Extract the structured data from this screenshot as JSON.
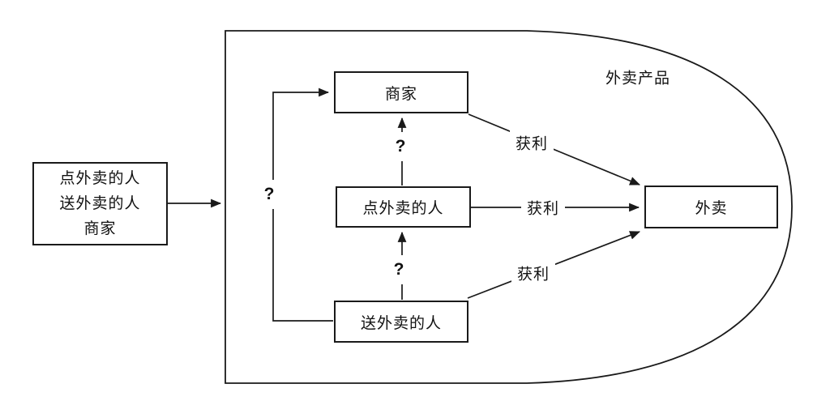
{
  "diagram": {
    "title": "外卖产品",
    "input_box": {
      "line1": "点外卖的人",
      "line2": "送外卖的人",
      "line3": "商家"
    },
    "nodes": {
      "merchant": "商家",
      "orderer": "点外卖的人",
      "courier": "送外卖的人",
      "product": "外卖"
    },
    "edges": {
      "profit_top": "获利",
      "profit_middle": "获利",
      "profit_bottom": "获利",
      "question_left": "?",
      "question_upper": "?",
      "question_lower": "?"
    },
    "colors": {
      "line": "#1a1a1a",
      "text": "#111111",
      "background": "#ffffff"
    }
  }
}
